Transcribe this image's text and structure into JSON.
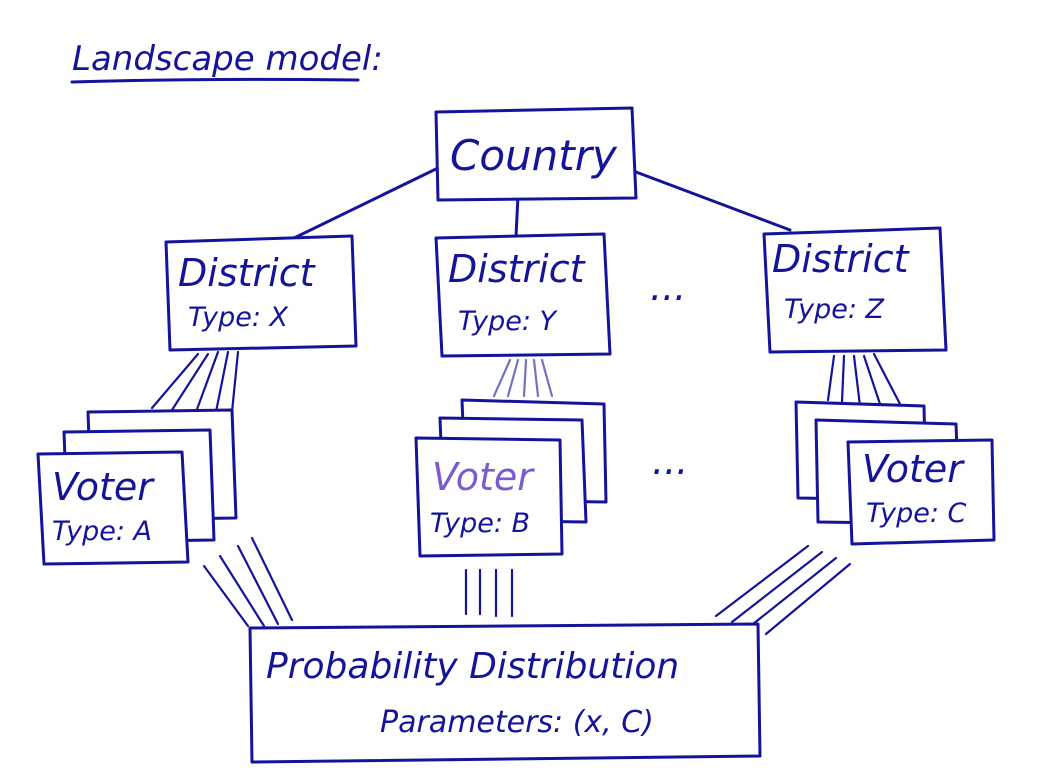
{
  "title": "Landscape model:",
  "country": {
    "label": "Country"
  },
  "districts": [
    {
      "label": "District",
      "type": "Type: X"
    },
    {
      "label": "District",
      "type": "Type: Y"
    },
    {
      "label": "District",
      "type": "Type: Z"
    }
  ],
  "voters": [
    {
      "label": "Voter",
      "type": "Type: A"
    },
    {
      "label": "Voter",
      "type": "Type: B"
    },
    {
      "label": "Voter",
      "type": "Type: C"
    }
  ],
  "ellipsis": "...",
  "distribution": {
    "label": "Probability Distribution",
    "params": "Parameters: (x, C)"
  },
  "colors": {
    "ink": "#14149a",
    "faded_ink": "#7a5bd0"
  }
}
